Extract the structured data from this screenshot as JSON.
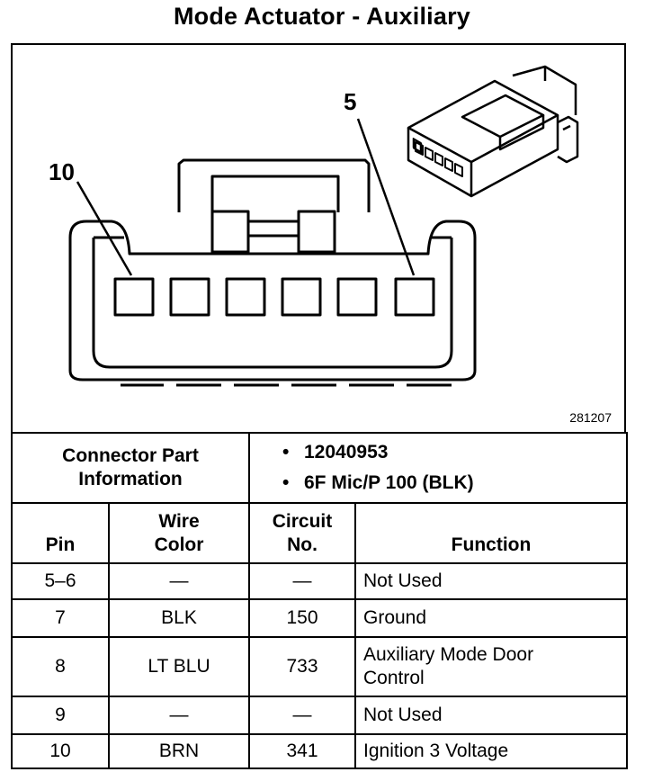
{
  "title": "Mode Actuator - Auxiliary",
  "figure": {
    "number": "281207",
    "pin_label_left": "10",
    "pin_label_right": "5"
  },
  "connector_info": {
    "label_line1": "Connector Part",
    "label_line2": "Information",
    "items": [
      "12040953",
      "6F Mic/P 100 (BLK)"
    ],
    "bullet": "•"
  },
  "table": {
    "headers": {
      "pin": "Pin",
      "wire_color_1": "Wire",
      "wire_color_2": "Color",
      "circuit_1": "Circuit",
      "circuit_2": "No.",
      "function": "Function"
    },
    "rows": [
      {
        "pin": "5–6",
        "wire": "—",
        "circuit": "—",
        "function": "Not Used"
      },
      {
        "pin": "7",
        "wire": "BLK",
        "circuit": "150",
        "function": "Ground"
      },
      {
        "pin": "8",
        "wire": "LT BLU",
        "circuit": "733",
        "function_1": "Auxiliary Mode Door",
        "function_2": "Control"
      },
      {
        "pin": "9",
        "wire": "—",
        "circuit": "—",
        "function": "Not Used"
      },
      {
        "pin": "10",
        "wire": "BRN",
        "circuit": "341",
        "function": "Ignition 3 Voltage"
      }
    ]
  }
}
